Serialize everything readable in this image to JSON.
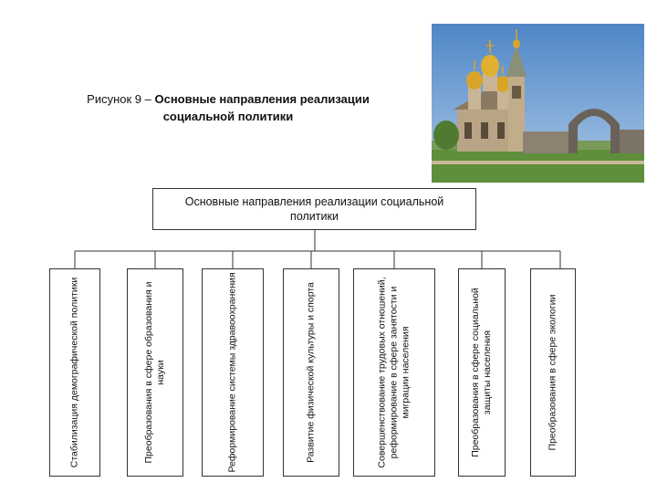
{
  "caption": {
    "prefix": "Рисунок 9 – ",
    "bold_line1": "Основные направления реализации",
    "bold_line2": "социальной политики"
  },
  "photo": {
    "subject": "cathedral-with-golden-domes-and-arch",
    "colors": {
      "sky_top": "#4f86c6",
      "sky_bottom": "#a9c8e6",
      "grass": "#5f8f3a",
      "stone": "#b9a585",
      "dome_gold": "#d8a52a",
      "arch": "#6a6258"
    }
  },
  "diagram": {
    "root": "Основные направления реализации социальной политики",
    "children": [
      "Стабилизация демографической политики",
      "Преобразования в сфере образования и науки",
      "Реформирование системы здравоохранения",
      "Развитие физической культуры и спорта",
      "Совершенствование трудовых отношений, реформирование в сфере занятости и миграции населения",
      "Преобразования в сфере социальной защиты населения",
      "Преобразования в сфере экологии"
    ],
    "colors": {
      "line": "#333333",
      "box_fill": "#ffffff"
    }
  }
}
